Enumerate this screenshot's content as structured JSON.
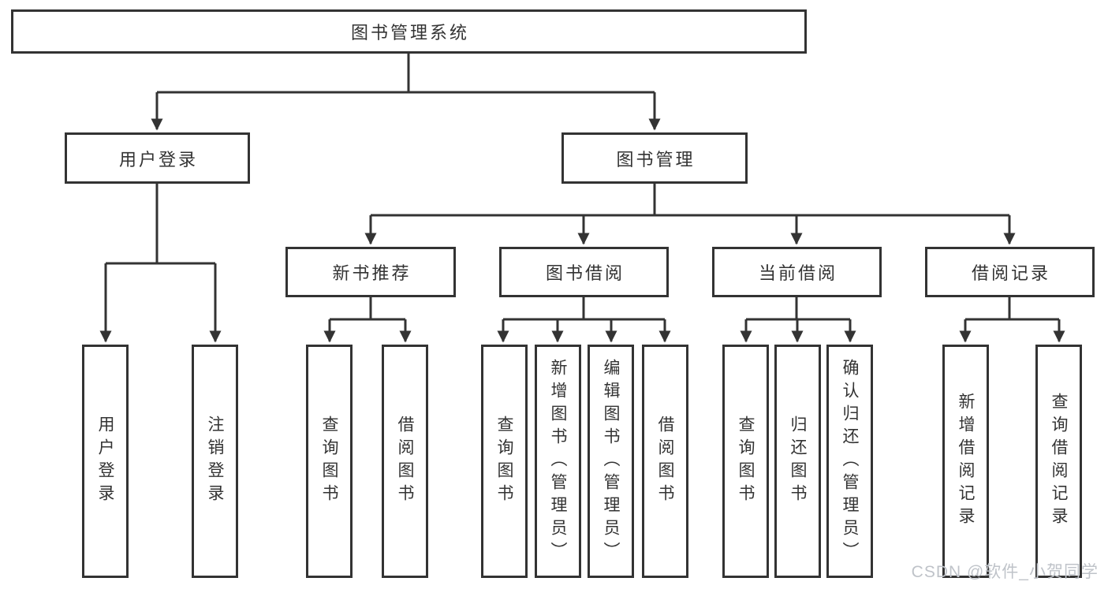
{
  "nodes": {
    "root": "图书管理系统",
    "user_login": "用户登录",
    "book_management": "图书管理",
    "new_book_recommend": "新书推荐",
    "book_borrow": "图书借阅",
    "current_borrow": "当前借阅",
    "borrow_records": "借阅记录",
    "leaf_user_login": "用户登录",
    "leaf_logout": "注销登录",
    "leaf_query_book_a": "查询图书",
    "leaf_borrow_book_a": "借阅图书",
    "leaf_query_book_b": "查询图书",
    "leaf_add_book_admin": "新增图书（管理员）",
    "leaf_edit_book_admin": "编辑图书（管理员）",
    "leaf_borrow_book_b": "借阅图书",
    "leaf_query_book_c": "查询图书",
    "leaf_return_book": "归还图书",
    "leaf_confirm_return_admin": "确认归还（管理员）",
    "leaf_add_borrow_record": "新增借阅记录",
    "leaf_query_borrow_record": "查询借阅记录"
  },
  "hierarchy": {
    "图书管理系统": {
      "用户登录": [
        "用户登录",
        "注销登录"
      ],
      "图书管理": {
        "新书推荐": [
          "查询图书",
          "借阅图书"
        ],
        "图书借阅": [
          "查询图书",
          "新增图书（管理员）",
          "编辑图书（管理员）",
          "借阅图书"
        ],
        "当前借阅": [
          "查询图书",
          "归还图书",
          "确认归还（管理员）"
        ],
        "借阅记录": [
          "新增借阅记录",
          "查询借阅记录"
        ]
      }
    }
  },
  "watermark": "CSDN @软件_小贺同学",
  "colors": {
    "line": "#333333",
    "text": "#333333",
    "background": "#ffffff",
    "watermark": "#bfc3c9"
  }
}
